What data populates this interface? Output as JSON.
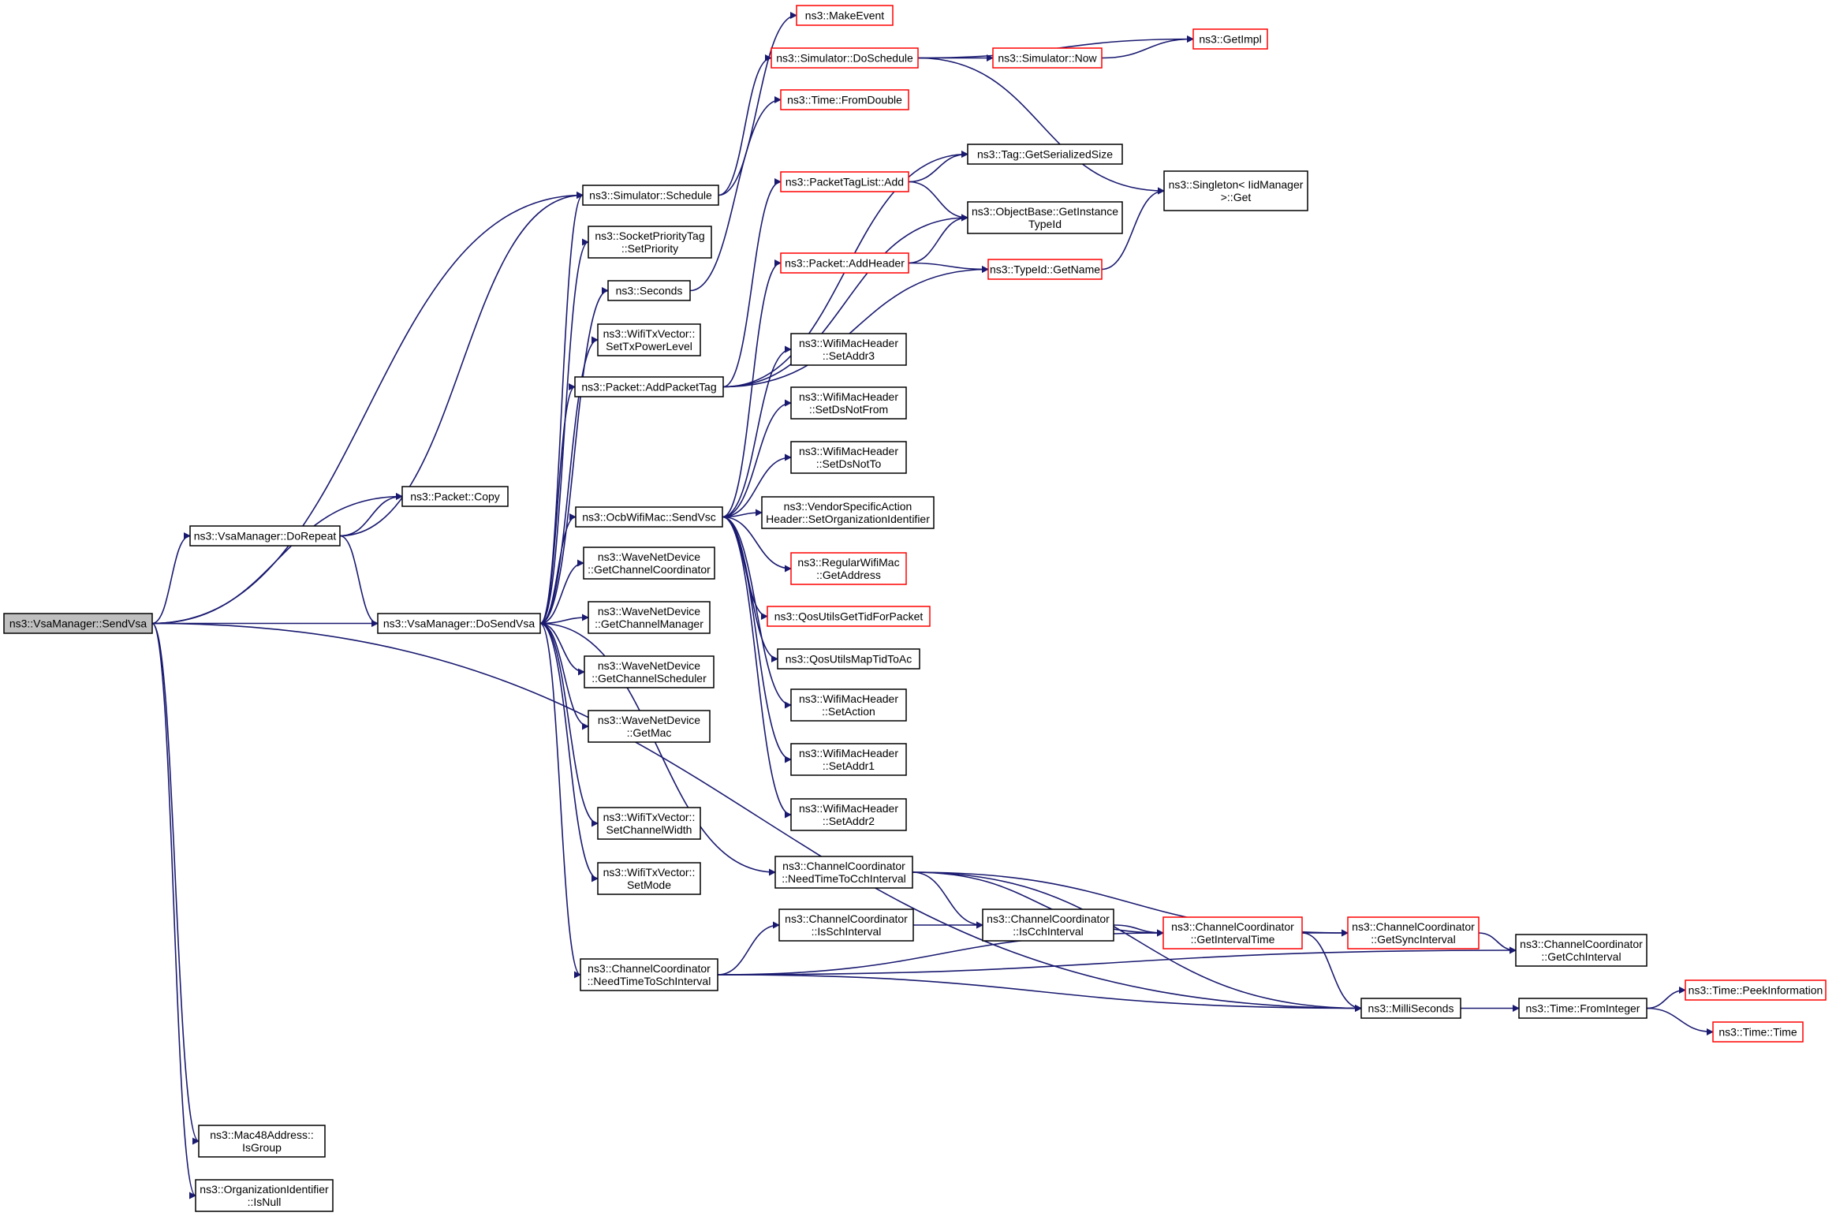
{
  "colors": {
    "edge": "#191970",
    "border_normal": "#000000",
    "border_truncated": "#ff0000",
    "fill_normal": "#ffffff",
    "fill_root": "#bfbfbf"
  },
  "nodes": [
    {
      "id": "sendvsa",
      "lines": [
        "ns3::VsaManager::SendVsa"
      ],
      "kind": "root"
    },
    {
      "id": "dorepeat",
      "lines": [
        "ns3::VsaManager::DoRepeat"
      ],
      "kind": "normal"
    },
    {
      "id": "dosendvsa",
      "lines": [
        "ns3::VsaManager::DoSendVsa"
      ],
      "kind": "normal"
    },
    {
      "id": "isgroup",
      "lines": [
        "ns3::Mac48Address::",
        "IsGroup"
      ],
      "kind": "normal"
    },
    {
      "id": "isnull",
      "lines": [
        "ns3::OrganizationIdentifier",
        "::IsNull"
      ],
      "kind": "normal"
    },
    {
      "id": "pktcopy",
      "lines": [
        "ns3::Packet::Copy"
      ],
      "kind": "normal"
    },
    {
      "id": "schedule",
      "lines": [
        "ns3::Simulator::Schedule"
      ],
      "kind": "normal"
    },
    {
      "id": "setpriority",
      "lines": [
        "ns3::SocketPriorityTag",
        "::SetPriority"
      ],
      "kind": "normal"
    },
    {
      "id": "seconds",
      "lines": [
        "ns3::Seconds"
      ],
      "kind": "normal"
    },
    {
      "id": "settxpower",
      "lines": [
        "ns3::WifiTxVector::",
        "SetTxPowerLevel"
      ],
      "kind": "normal"
    },
    {
      "id": "addpackettag",
      "lines": [
        "ns3::Packet::AddPacketTag"
      ],
      "kind": "normal"
    },
    {
      "id": "sendvsc",
      "lines": [
        "ns3::OcbWifiMac::SendVsc"
      ],
      "kind": "normal"
    },
    {
      "id": "getchcoord",
      "lines": [
        "ns3::WaveNetDevice",
        "::GetChannelCoordinator"
      ],
      "kind": "normal"
    },
    {
      "id": "getchmgr",
      "lines": [
        "ns3::WaveNetDevice",
        "::GetChannelManager"
      ],
      "kind": "normal"
    },
    {
      "id": "getchsched",
      "lines": [
        "ns3::WaveNetDevice",
        "::GetChannelScheduler"
      ],
      "kind": "normal"
    },
    {
      "id": "getmac",
      "lines": [
        "ns3::WaveNetDevice",
        "::GetMac"
      ],
      "kind": "normal"
    },
    {
      "id": "setchwidth",
      "lines": [
        "ns3::WifiTxVector::",
        "SetChannelWidth"
      ],
      "kind": "normal"
    },
    {
      "id": "setmode",
      "lines": [
        "ns3::WifiTxVector::",
        "SetMode"
      ],
      "kind": "normal"
    },
    {
      "id": "needsch",
      "lines": [
        "ns3::ChannelCoordinator",
        "::NeedTimeToSchInterval"
      ],
      "kind": "normal"
    },
    {
      "id": "needcch",
      "lines": [
        "ns3::ChannelCoordinator",
        "::NeedTimeToCchInterval"
      ],
      "kind": "normal"
    },
    {
      "id": "makeevent",
      "lines": [
        "ns3::MakeEvent"
      ],
      "kind": "truncated"
    },
    {
      "id": "doschedule",
      "lines": [
        "ns3::Simulator::DoSchedule"
      ],
      "kind": "truncated"
    },
    {
      "id": "fromdouble",
      "lines": [
        "ns3::Time::FromDouble"
      ],
      "kind": "truncated"
    },
    {
      "id": "tagadd",
      "lines": [
        "ns3::PacketTagList::Add"
      ],
      "kind": "truncated"
    },
    {
      "id": "addheader",
      "lines": [
        "ns3::Packet::AddHeader"
      ],
      "kind": "truncated"
    },
    {
      "id": "setaddr3",
      "lines": [
        "ns3::WifiMacHeader",
        "::SetAddr3"
      ],
      "kind": "normal"
    },
    {
      "id": "setdsnotfrom",
      "lines": [
        "ns3::WifiMacHeader",
        "::SetDsNotFrom"
      ],
      "kind": "normal"
    },
    {
      "id": "setdsnotto",
      "lines": [
        "ns3::WifiMacHeader",
        "::SetDsNotTo"
      ],
      "kind": "normal"
    },
    {
      "id": "vsaheader",
      "lines": [
        "ns3::VendorSpecificAction",
        "Header::SetOrganizationIdentifier"
      ],
      "kind": "normal"
    },
    {
      "id": "getaddress",
      "lines": [
        "ns3::RegularWifiMac",
        "::GetAddress"
      ],
      "kind": "truncated"
    },
    {
      "id": "qostid",
      "lines": [
        "ns3::QosUtilsGetTidForPacket"
      ],
      "kind": "truncated"
    },
    {
      "id": "qosmap",
      "lines": [
        "ns3::QosUtilsMapTidToAc"
      ],
      "kind": "normal"
    },
    {
      "id": "setaction",
      "lines": [
        "ns3::WifiMacHeader",
        "::SetAction"
      ],
      "kind": "normal"
    },
    {
      "id": "setaddr1",
      "lines": [
        "ns3::WifiMacHeader",
        "::SetAddr1"
      ],
      "kind": "normal"
    },
    {
      "id": "setaddr2",
      "lines": [
        "ns3::WifiMacHeader",
        "::SetAddr2"
      ],
      "kind": "normal"
    },
    {
      "id": "isschint",
      "lines": [
        "ns3::ChannelCoordinator",
        "::IsSchInterval"
      ],
      "kind": "normal"
    },
    {
      "id": "iscchint",
      "lines": [
        "ns3::ChannelCoordinator",
        "::IsCchInterval"
      ],
      "kind": "normal"
    },
    {
      "id": "getinttime",
      "lines": [
        "ns3::ChannelCoordinator",
        "::GetIntervalTime"
      ],
      "kind": "truncated"
    },
    {
      "id": "getsyncint",
      "lines": [
        "ns3::ChannelCoordinator",
        "::GetSyncInterval"
      ],
      "kind": "truncated"
    },
    {
      "id": "getcchint",
      "lines": [
        "ns3::ChannelCoordinator",
        "::GetCchInterval"
      ],
      "kind": "normal"
    },
    {
      "id": "milliseconds",
      "lines": [
        "ns3::MilliSeconds"
      ],
      "kind": "normal"
    },
    {
      "id": "frominteger",
      "lines": [
        "ns3::Time::FromInteger"
      ],
      "kind": "normal"
    },
    {
      "id": "peekinfo",
      "lines": [
        "ns3::Time::PeekInformation"
      ],
      "kind": "truncated"
    },
    {
      "id": "timetime",
      "lines": [
        "ns3::Time::Time"
      ],
      "kind": "truncated"
    },
    {
      "id": "simnow",
      "lines": [
        "ns3::Simulator::Now"
      ],
      "kind": "truncated"
    },
    {
      "id": "getimpl",
      "lines": [
        "ns3::GetImpl"
      ],
      "kind": "truncated"
    },
    {
      "id": "getserialized",
      "lines": [
        "ns3::Tag::GetSerializedSize"
      ],
      "kind": "normal"
    },
    {
      "id": "getinstancetid",
      "lines": [
        "ns3::ObjectBase::GetInstance",
        "TypeId"
      ],
      "kind": "normal"
    },
    {
      "id": "typeidname",
      "lines": [
        "ns3::TypeId::GetName"
      ],
      "kind": "truncated"
    },
    {
      "id": "singleton",
      "lines": [
        "ns3::Singleton< IidManager",
        ">::Get"
      ],
      "kind": "normal"
    }
  ],
  "edges": [
    [
      "sendvsa",
      "pktcopy"
    ],
    [
      "sendvsa",
      "dorepeat"
    ],
    [
      "sendvsa",
      "schedule"
    ],
    [
      "sendvsa",
      "dosendvsa"
    ],
    [
      "sendvsa",
      "milliseconds"
    ],
    [
      "sendvsa",
      "isgroup"
    ],
    [
      "sendvsa",
      "isnull"
    ],
    [
      "dorepeat",
      "pktcopy"
    ],
    [
      "dorepeat",
      "schedule"
    ],
    [
      "dorepeat",
      "dosendvsa"
    ],
    [
      "dosendvsa",
      "schedule"
    ],
    [
      "dosendvsa",
      "setpriority"
    ],
    [
      "dosendvsa",
      "seconds"
    ],
    [
      "dosendvsa",
      "settxpower"
    ],
    [
      "dosendvsa",
      "addpackettag"
    ],
    [
      "dosendvsa",
      "sendvsc"
    ],
    [
      "dosendvsa",
      "getchcoord"
    ],
    [
      "dosendvsa",
      "getchmgr"
    ],
    [
      "dosendvsa",
      "getchsched"
    ],
    [
      "dosendvsa",
      "getmac"
    ],
    [
      "dosendvsa",
      "setchwidth"
    ],
    [
      "dosendvsa",
      "setmode"
    ],
    [
      "dosendvsa",
      "needsch"
    ],
    [
      "dosendvsa",
      "needcch"
    ],
    [
      "schedule",
      "makeevent"
    ],
    [
      "schedule",
      "doschedule"
    ],
    [
      "doschedule",
      "simnow"
    ],
    [
      "doschedule",
      "getimpl"
    ],
    [
      "doschedule",
      "singleton"
    ],
    [
      "simnow",
      "getimpl"
    ],
    [
      "seconds",
      "fromdouble"
    ],
    [
      "addpackettag",
      "getserialized"
    ],
    [
      "addpackettag",
      "tagadd"
    ],
    [
      "addpackettag",
      "getinstancetid"
    ],
    [
      "addpackettag",
      "typeidname"
    ],
    [
      "tagadd",
      "getserialized"
    ],
    [
      "tagadd",
      "getinstancetid"
    ],
    [
      "addheader",
      "getinstancetid"
    ],
    [
      "addheader",
      "typeidname"
    ],
    [
      "typeidname",
      "singleton"
    ],
    [
      "sendvsc",
      "addheader"
    ],
    [
      "sendvsc",
      "setaddr3"
    ],
    [
      "sendvsc",
      "setdsnotfrom"
    ],
    [
      "sendvsc",
      "setdsnotto"
    ],
    [
      "sendvsc",
      "vsaheader"
    ],
    [
      "sendvsc",
      "getaddress"
    ],
    [
      "sendvsc",
      "qostid"
    ],
    [
      "sendvsc",
      "qosmap"
    ],
    [
      "sendvsc",
      "setaction"
    ],
    [
      "sendvsc",
      "setaddr1"
    ],
    [
      "sendvsc",
      "setaddr2"
    ],
    [
      "needcch",
      "getsyncint"
    ],
    [
      "needcch",
      "milliseconds"
    ],
    [
      "needcch",
      "getinttime"
    ],
    [
      "needcch",
      "iscchint"
    ],
    [
      "needsch",
      "isschint"
    ],
    [
      "needsch",
      "getinttime"
    ],
    [
      "needsch",
      "milliseconds"
    ],
    [
      "needsch",
      "getcchint"
    ],
    [
      "isschint",
      "iscchint"
    ],
    [
      "iscchint",
      "getinttime"
    ],
    [
      "getinttime",
      "getsyncint"
    ],
    [
      "getinttime",
      "milliseconds"
    ],
    [
      "getsyncint",
      "getcchint"
    ],
    [
      "milliseconds",
      "frominteger"
    ],
    [
      "frominteger",
      "peekinfo"
    ],
    [
      "frominteger",
      "timetime"
    ]
  ]
}
